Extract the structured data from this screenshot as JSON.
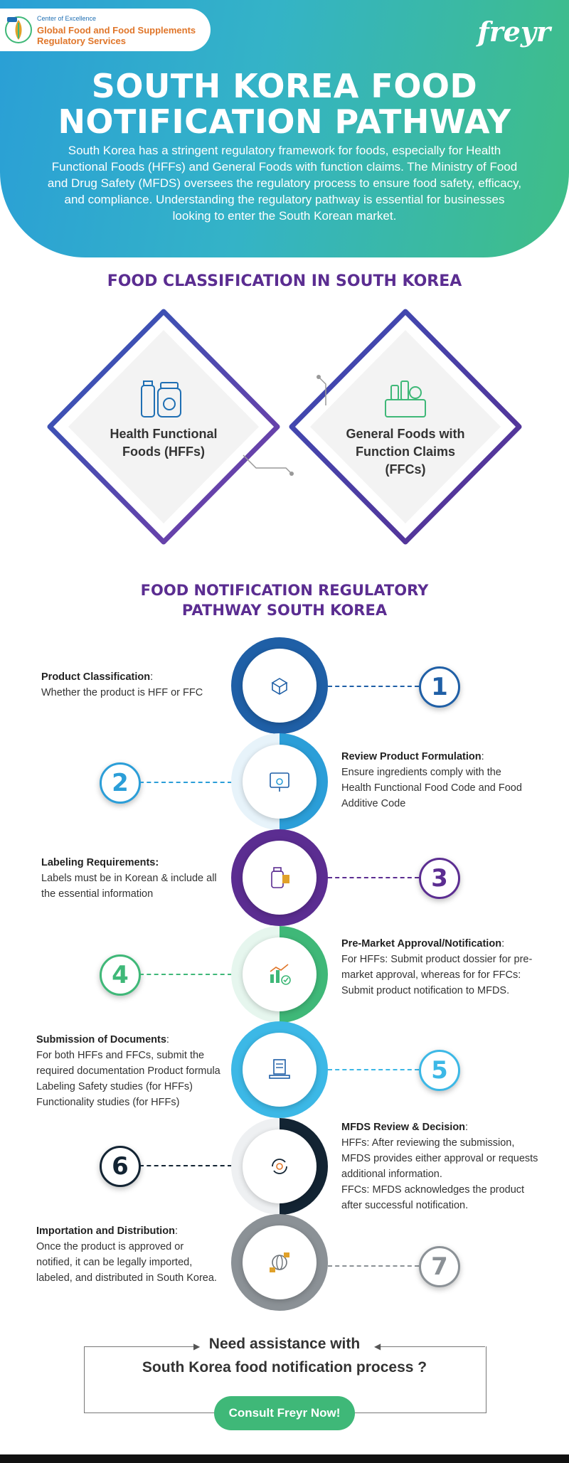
{
  "header": {
    "badge_small": "Center of Excellence",
    "badge_title_line1": "Global Food and Food Supplements",
    "badge_title_line2": "Regulatory Services",
    "brand": "freyr",
    "title_line1": "SOUTH KOREA FOOD",
    "title_line2": "NOTIFICATION PATHWAY",
    "intro": "South Korea has a stringent regulatory framework for foods, especially for Health Functional Foods (HFFs) and General Foods with function claims. The Ministry of Food and Drug Safety (MFDS) oversees the regulatory process to ensure food safety, efficacy, and compliance. Understanding the regulatory pathway is essential for businesses looking to enter the South Korean market."
  },
  "classification": {
    "title": "FOOD CLASSIFICATION IN SOUTH KOREA",
    "left_line1": "Health Functional",
    "left_line2": "Foods (HFFs)",
    "right_line1": "General Foods with",
    "right_line2": "Function Claims",
    "right_line3": "(FFCs)"
  },
  "pathway": {
    "title_line1": "FOOD NOTIFICATION REGULATORY",
    "title_line2": "PATHWAY SOUTH KOREA",
    "steps": [
      {
        "num": "1",
        "title": "Product Classification",
        "body": "Whether the product is HFF or FFC",
        "color": "#1f5fa6"
      },
      {
        "num": "2",
        "title": "Review Product Formulation",
        "body": "Ensure ingredients comply with the Health Functional Food Code and Food Additive Code",
        "color": "#2b9ed8"
      },
      {
        "num": "3",
        "title": "Labeling Requirements:",
        "body": "Labels must be in Korean & include all the essential information",
        "color": "#5b2d91"
      },
      {
        "num": "4",
        "title": "Pre-Market Approval/Notification",
        "body": "For HFFs: Submit product dossier for pre-market approval, whereas for for FFCs: Submit product notification to MFDS.",
        "color": "#3fb878"
      },
      {
        "num": "5",
        "title": "Submission of Documents",
        "body": "For both HFFs and FFCs, submit the required documentation Product formula Labeling Safety studies (for HFFs) Functionality studies (for HFFs)",
        "color": "#3cb8e6"
      },
      {
        "num": "6",
        "title": "MFDS Review & Decision",
        "body_line1": "HFFs: After reviewing the submission, MFDS provides either approval or requests additional information.",
        "body_line2": "FFCs: MFDS acknowledges the product after successful notification.",
        "color": "#132433"
      },
      {
        "num": "7",
        "title": "Importation and Distribution",
        "body": "Once the product is approved or notified, it can be legally imported, labeled, and distributed in South Korea.",
        "color": "#8b9196"
      }
    ]
  },
  "cta": {
    "line1": "Need assistance with",
    "line2": "South Korea food notification process ?",
    "button": "Consult Freyr Now!"
  },
  "icons": [
    "badge-logo-icon",
    "bottle-jar-icon",
    "grocery-icon",
    "network-cube-icon",
    "formula-screen-icon",
    "label-bottle-icon",
    "chart-check-icon",
    "document-laptop-icon",
    "review-cycle-icon",
    "globe-boxes-icon"
  ]
}
